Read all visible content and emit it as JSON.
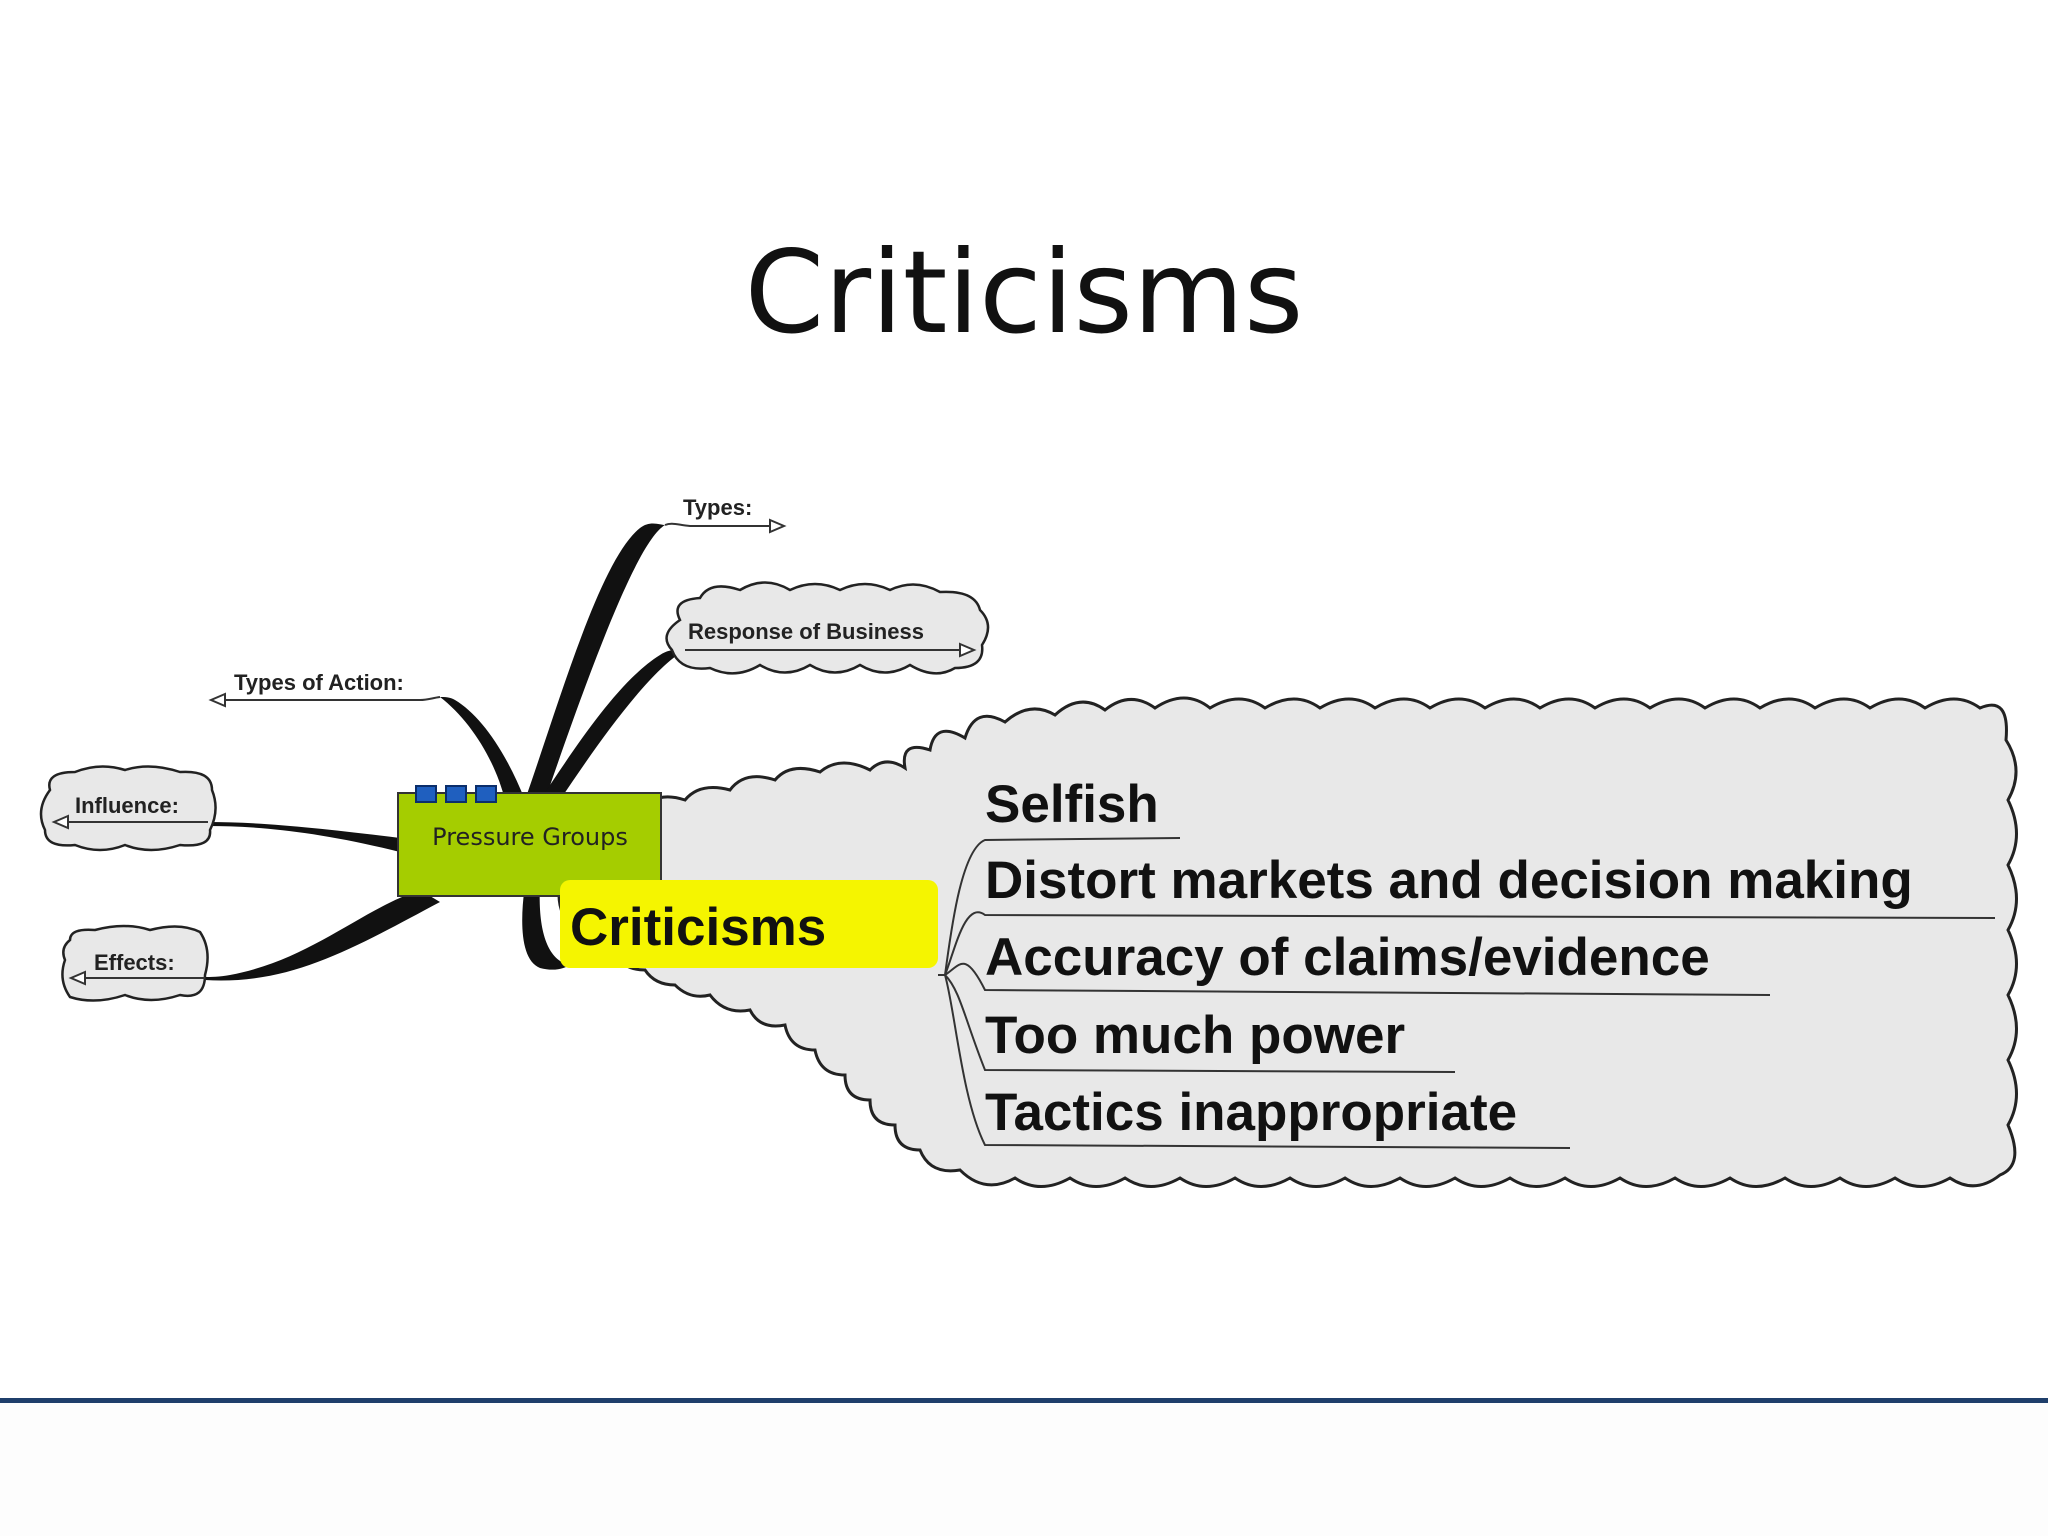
{
  "slide": {
    "title": "Criticisms"
  },
  "mindmap": {
    "central": {
      "label": "Pressure Groups",
      "color": "#a5cd00"
    },
    "branches": {
      "types": "Types:",
      "response": "Response of Business",
      "types_of_action": "Types of Action:",
      "influence": "Influence:",
      "effects": "Effects:"
    },
    "focus": {
      "label": "Criticisms",
      "highlight_color": "#f5f500",
      "items": [
        "Selfish",
        "Distort markets and decision making",
        "Accuracy of claims/evidence",
        "Too much power",
        "Tactics inappropriate"
      ]
    }
  },
  "colors": {
    "footer_rule": "#1f3f6b",
    "cloud_fill": "#e8e8e8"
  }
}
